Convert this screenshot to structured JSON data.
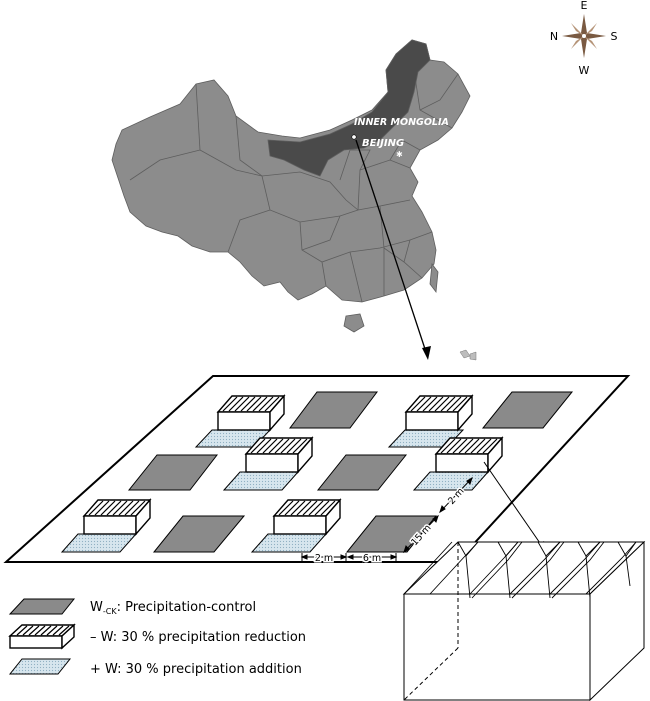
{
  "compass": {
    "north": "N",
    "east": "E",
    "south": "S",
    "west": "W"
  },
  "map": {
    "region_label": "INNER MONGOLIA",
    "city_label": "BEIJING",
    "colors": {
      "china": "#8c8c8c",
      "inner_mongolia": "#4a4a4a",
      "borders": "#5e5e5e"
    }
  },
  "dimensions": {
    "gap_between_plots": "2 m",
    "plot_width": "6 m",
    "plot_length": "15 m",
    "side_gap": "2 m"
  },
  "legend": {
    "control_prefix": "W",
    "control_sub": "-CK",
    "control_text": ": Precipitation-control",
    "reduction": "– W: 30 % precipitation reduction",
    "addition": "+ W: 30 % precipitation addition"
  },
  "colors": {
    "control_fill": "#8a8a8a",
    "addition_fill": "#cfe0ea",
    "outline": "#000000"
  }
}
